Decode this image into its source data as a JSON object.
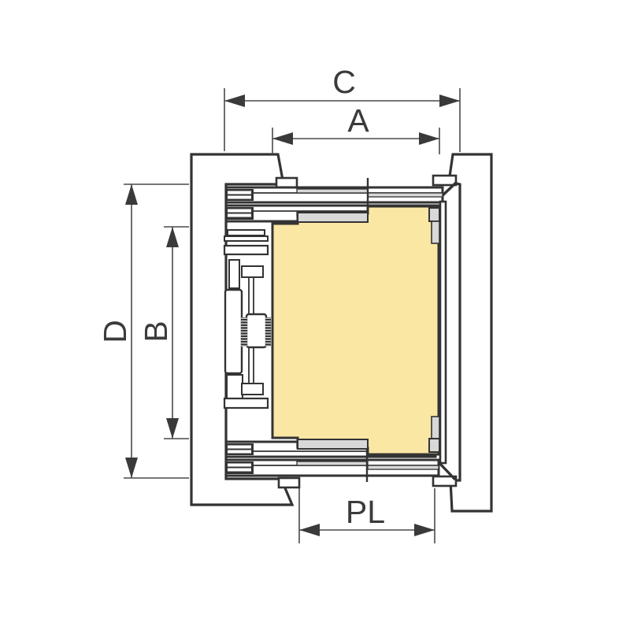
{
  "diagram": {
    "kind": "elevator-landing-and-car-door-plan-section",
    "labels": {
      "c": "C",
      "a": "A",
      "d": "D",
      "b": "B",
      "pl": "PL"
    },
    "colors": {
      "panel": "#FBE7A4",
      "wall": "#ECECEC",
      "trim": "#D8D8D8",
      "outline": "#333333",
      "dimension": "#4A4A4A",
      "text": "#3B3B3B",
      "background": "#FFFFFF"
    }
  }
}
